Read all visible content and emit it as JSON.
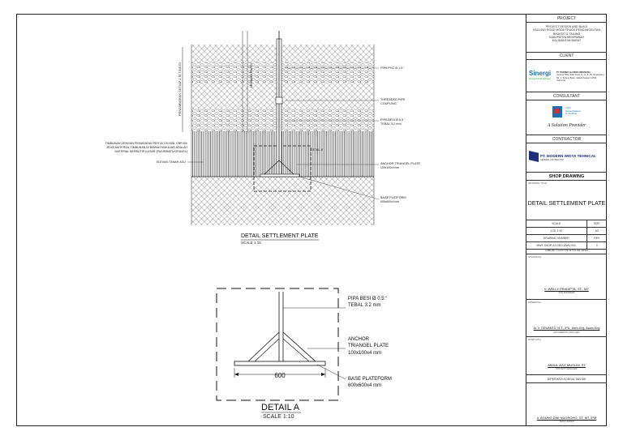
{
  "drawing": {
    "labels": {
      "pipa_pvc": "PIPA PVC Ø 1.5 \"",
      "threaded_pipe": "THREADED PIPE",
      "coupling": "COUPLING",
      "pipa_besi": "PIPA BESI Ø 0.5 \"",
      "tebal_small": "TEBAL 3.2 mm",
      "anchor_small": "ANCHOR TRIANGEL PLATE",
      "anchor_small_dim": "100x100x4 mm",
      "base_small": "BASE PLATFORM",
      "base_small_dim": "600x600x4 mm",
      "timbunan_1": "TIMBUNAN DENGAN PEMADATAN PER 30 CM MIN. CBR 6%",
      "timbunan_2": "JENIS MATERIAL TIMBUNAN DI BAWAH MUKA AIR ADALAH",
      "timbunan_3": "MATERIAL BERBUTIR KASAR (PASIR/BATU/GRAVEL)",
      "elevasi": "ELEVASI TANAH ASLI",
      "detail_a_marker": "DETAIL A",
      "vertical_label": "PENAMBAHAN SETIAP 1 M TINGGI",
      "vertical_label_2": "MINIMUM TINGGI",
      "detail_title": "DETAIL SETTLEMENT PLATE",
      "detail_scale": "SCALE 1:15",
      "pipa_besi_big": "PIPA BESI Ø 0.5 \"",
      "tebal_big": "TEBAL 3.2 mm",
      "anchor_big_1": "ANCHOR",
      "anchor_big_2": "TRIANGEL PLATE",
      "anchor_big_3": "100x100x4 mm",
      "base_big_1": "BASE PLATEFORM",
      "base_big_2": "600x600x4 mm",
      "dim_600": "600",
      "detail_a_title": "DETAIL A",
      "detail_a_scale": "SCALE 1:10"
    }
  },
  "titleblock": {
    "project_hdr": "PROJECT",
    "project_lines": [
      "PROJECT DESIGN AND BUILD",
      "HAULING ROAD MODA TRUCK PENGANGKUTAN",
      "BAUKSIT & TAILING",
      "KABUPATEN MEMPAWAH",
      "KALIMANTAN BARAT"
    ],
    "client_hdr": "CLIENT",
    "client_logo": "Sinergi",
    "client_sub": "Sinergi Ahli Pertahanan",
    "client_text": [
      "PT. BORNEO ALUMINA INDONESIA",
      "Gedung Office Park Tower Lt. 11, Jl. TB. Simatupang",
      "No. 1, Tanjung Barat, Jakarta Selatan 12530, Indonesia"
    ],
    "consultant_hdr": "CONSULTANT",
    "consultant_logo_1": "LAPI",
    "consultant_logo_2": "Ganeshatama",
    "consultant_logo_3": "Consulting",
    "consultant_tagline": "A Solution Provider",
    "contractor_hdr": "CONTRACTOR",
    "contractor_name": "PT. MODERN WIDYA TEHNICAL",
    "contractor_sub": "GENERAL CONTRACTOR",
    "shop_hdr": "SHOP DRAWING",
    "drawing_title_lbl": "DRAWING TITLE",
    "drawing_title": "DETAIL SETTLEMENT PLATE",
    "scale_lbl": "SCALE",
    "size_lbl": "SIZE",
    "scale_val": "1:15, 1:10",
    "size_val": "A3",
    "dwgno_lbl": "DRAWING NUMBER",
    "rev_lbl": "REV",
    "dwgno_val": "MWT-SHOP-02-GEO-DWG-001",
    "rev_val": "0",
    "dibuat": "DIBUAT OLEH PENYEDIA JASA",
    "disiapkan_lbl": "DISIAPKAN",
    "person1": "Ir. WELLY PRADIPTA, ST., MT",
    "person1_role": "SITE ENGINEER",
    "diperiksa_lbl": "DIPERIKSA",
    "person2": "Dr. Ir. DEWANTO, M.T., IPU., Asec.Eng, Assoc.Eng",
    "person2_role": "ENGINEERING MANAGER",
    "disetujui_lbl": "DISETUJUI",
    "person3": "ABDUL AZIZ MUSLIM, ST",
    "person3_role": "PROJECT MANAGER",
    "diperiksa_mk": "DIPERIKSA KONSULTAN MK",
    "person4": "Ir. AGUNG DWI NUGROHO, ST, MT, IPM",
    "person4_role": "TEAM LEADER"
  }
}
